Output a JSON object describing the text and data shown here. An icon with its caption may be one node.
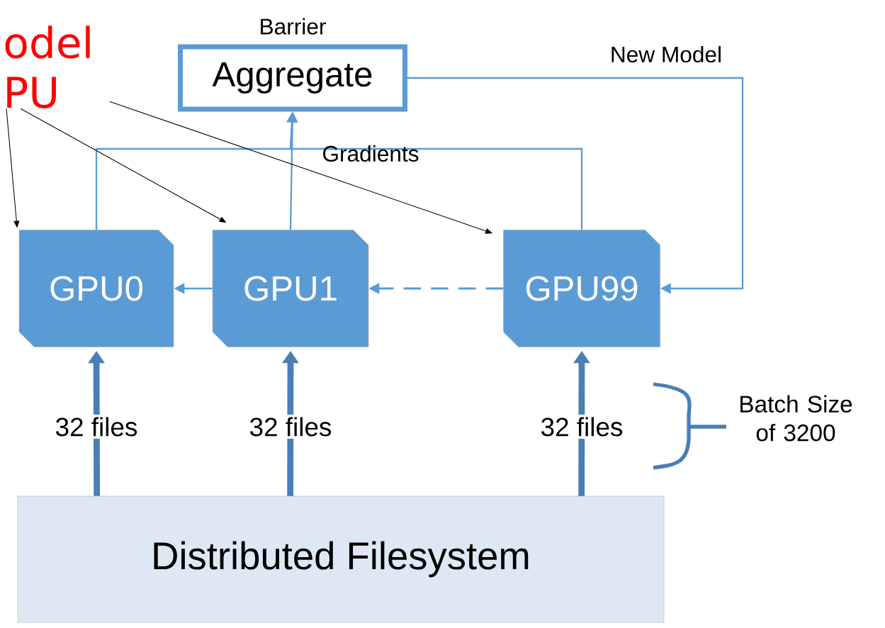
{
  "diagram": {
    "nodes": [
      {
        "text": [
          "odel PU"
        ]
      },
      {
        "text": [
          "Aggregate"
        ],
        "beside": [
          "Barrier"
        ]
      },
      {
        "text": [
          "GPU0"
        ]
      },
      {
        "text": [
          "GPU1"
        ]
      },
      {
        "text": [
          "GPU99"
        ]
      },
      {
        "text": [
          "Distributed Filesystem"
        ]
      }
    ],
    "edges": [
      {
        "from": 2,
        "to": 1,
        "arrow": "to",
        "label": "Gradients"
      },
      {
        "from": 3,
        "to": 1,
        "arrow": "to"
      },
      {
        "from": 4,
        "to": 1,
        "arrow": "to"
      },
      {
        "from": 1,
        "to": 4,
        "arrow": "to",
        "label": "New Model"
      },
      {
        "from": 3,
        "to": 2,
        "arrow": "to"
      },
      {
        "from": 4,
        "to": 3,
        "arrow": "to",
        "style": "dashed"
      },
      {
        "from": 5,
        "to": 2,
        "arrow": "to",
        "style": "thick",
        "color": "#4a7eb5",
        "label": "32 files"
      },
      {
        "from": 5,
        "to": 3,
        "arrow": "to",
        "style": "thick",
        "color": "#4a7eb5",
        "label": "32 files"
      },
      {
        "from": 5,
        "to": 4,
        "arrow": "to",
        "style": "thick",
        "color": "#4a7eb5",
        "label": "32 files"
      },
      {
        "from": 0,
        "to": 2,
        "arrow": "to",
        "color": "#000000"
      },
      {
        "from": 0,
        "to": 3,
        "arrow": "to",
        "color": "#000000"
      },
      {
        "from": 0,
        "to": 4,
        "arrow": "to",
        "color": "#000000"
      }
    ],
    "labels": [
      "Batch Size of 3200"
    ]
  }
}
